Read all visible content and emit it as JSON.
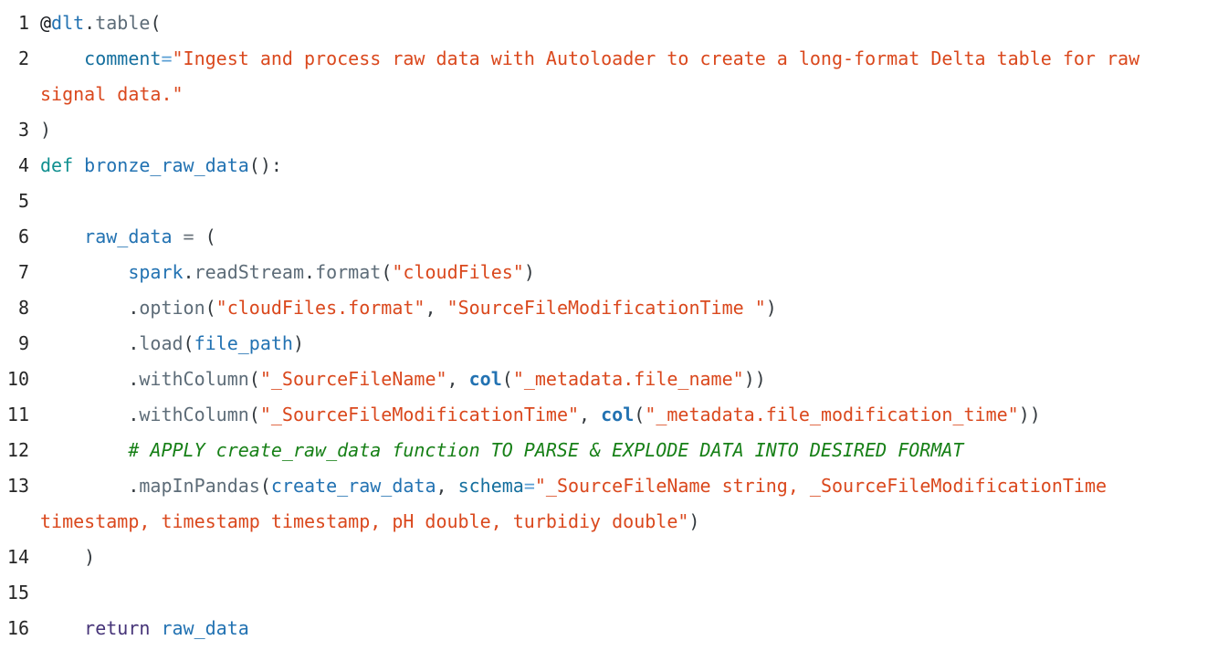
{
  "editor": {
    "language": "python",
    "token_colors": {
      "bg": "#ffffff",
      "lineno": "#262626",
      "pun": "#33393e",
      "at": "#16191d",
      "name": "#2272b2",
      "meth": "#5d6c78",
      "kwdef": "#0f8f8f",
      "kwret": "#463478",
      "kwarg": "#156f9e",
      "eq": "#5a9fd4",
      "op": "#6a737b",
      "str": "#da481d",
      "com": "#178017"
    },
    "lines": [
      {
        "number": "1",
        "tokens": [
          [
            "@",
            "at"
          ],
          [
            "dlt",
            "name"
          ],
          [
            ".",
            "pun"
          ],
          [
            "table",
            "meth"
          ],
          [
            "(",
            "pun"
          ]
        ]
      },
      {
        "number": "2",
        "tokens": [
          [
            "    ",
            "pun"
          ],
          [
            "comment",
            "kwarg"
          ],
          [
            "=",
            "eq"
          ],
          [
            "\"Ingest and process raw data with Autoloader to create a long-format Delta table for raw signal data.\"",
            "str"
          ]
        ]
      },
      {
        "number": "3",
        "tokens": [
          [
            ")",
            "pun"
          ]
        ]
      },
      {
        "number": "4",
        "tokens": [
          [
            "def",
            "kwdef"
          ],
          [
            " ",
            "pun"
          ],
          [
            "bronze_raw_data",
            "name"
          ],
          [
            "():",
            "pun"
          ]
        ]
      },
      {
        "number": "5",
        "tokens": []
      },
      {
        "number": "6",
        "tokens": [
          [
            "    ",
            "pun"
          ],
          [
            "raw_data",
            "name"
          ],
          [
            " ",
            "pun"
          ],
          [
            "=",
            "op"
          ],
          [
            " (",
            "pun"
          ]
        ]
      },
      {
        "number": "7",
        "tokens": [
          [
            "        ",
            "pun"
          ],
          [
            "spark",
            "name"
          ],
          [
            ".",
            "pun"
          ],
          [
            "readStream",
            "meth"
          ],
          [
            ".",
            "pun"
          ],
          [
            "format",
            "meth"
          ],
          [
            "(",
            "pun"
          ],
          [
            "\"cloudFiles\"",
            "str"
          ],
          [
            ")",
            "pun"
          ]
        ]
      },
      {
        "number": "8",
        "tokens": [
          [
            "        .",
            "pun"
          ],
          [
            "option",
            "meth"
          ],
          [
            "(",
            "pun"
          ],
          [
            "\"cloudFiles.format\"",
            "str"
          ],
          [
            ", ",
            "pun"
          ],
          [
            "\"SourceFileModificationTime \"",
            "str"
          ],
          [
            ")",
            "pun"
          ]
        ]
      },
      {
        "number": "9",
        "tokens": [
          [
            "        .",
            "pun"
          ],
          [
            "load",
            "meth"
          ],
          [
            "(",
            "pun"
          ],
          [
            "file_path",
            "name"
          ],
          [
            ")",
            "pun"
          ]
        ]
      },
      {
        "number": "10",
        "tokens": [
          [
            "        .",
            "pun"
          ],
          [
            "withColumn",
            "meth"
          ],
          [
            "(",
            "pun"
          ],
          [
            "\"_SourceFileName\"",
            "str"
          ],
          [
            ", ",
            "pun"
          ],
          [
            "col",
            "nameb"
          ],
          [
            "(",
            "pun"
          ],
          [
            "\"_metadata.file_name\"",
            "str"
          ],
          [
            "))",
            "pun"
          ]
        ]
      },
      {
        "number": "11",
        "tokens": [
          [
            "        .",
            "pun"
          ],
          [
            "withColumn",
            "meth"
          ],
          [
            "(",
            "pun"
          ],
          [
            "\"_SourceFileModificationTime\"",
            "str"
          ],
          [
            ", ",
            "pun"
          ],
          [
            "col",
            "nameb"
          ],
          [
            "(",
            "pun"
          ],
          [
            "\"_metadata.file_modification_time\"",
            "str"
          ],
          [
            "))",
            "pun"
          ]
        ]
      },
      {
        "number": "12",
        "tokens": [
          [
            "        ",
            "pun"
          ],
          [
            "# APPLY create_raw_data function TO PARSE & EXPLODE DATA INTO DESIRED FORMAT",
            "com"
          ]
        ]
      },
      {
        "number": "13",
        "tokens": [
          [
            "        .",
            "pun"
          ],
          [
            "mapInPandas",
            "meth"
          ],
          [
            "(",
            "pun"
          ],
          [
            "create_raw_data",
            "name"
          ],
          [
            ", ",
            "pun"
          ],
          [
            "schema",
            "kwarg"
          ],
          [
            "=",
            "eq"
          ],
          [
            "\"_SourceFileName string, _SourceFileModificationTime timestamp, timestamp timestamp, pH double, turbidiy double\"",
            "str"
          ],
          [
            ")",
            "pun"
          ]
        ]
      },
      {
        "number": "14",
        "tokens": [
          [
            "    )",
            "pun"
          ]
        ]
      },
      {
        "number": "15",
        "tokens": []
      },
      {
        "number": "16",
        "tokens": [
          [
            "    ",
            "pun"
          ],
          [
            "return",
            "kwret"
          ],
          [
            " ",
            "pun"
          ],
          [
            "raw_data",
            "name"
          ]
        ]
      }
    ]
  }
}
